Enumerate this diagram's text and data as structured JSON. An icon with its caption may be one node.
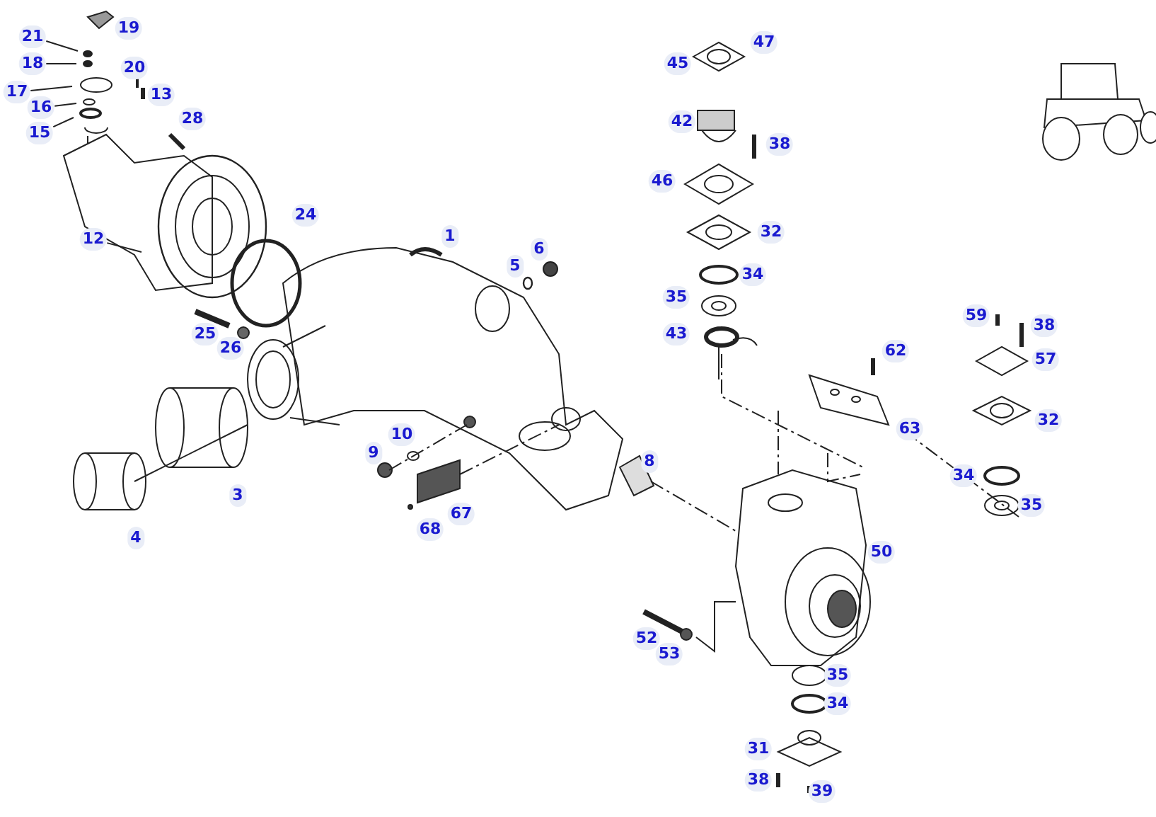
{
  "diagram": {
    "nodes": [
      {
        "text": [
          "21"
        ]
      },
      {
        "text": [
          "19"
        ]
      },
      {
        "text": [
          "18"
        ]
      },
      {
        "text": [
          "20"
        ]
      },
      {
        "text": [
          "17"
        ]
      },
      {
        "text": [
          "16"
        ]
      },
      {
        "text": [
          "13"
        ]
      },
      {
        "text": [
          "15"
        ]
      },
      {
        "text": [
          "28"
        ]
      },
      {
        "text": [
          "12"
        ]
      },
      {
        "text": [
          "24"
        ]
      },
      {
        "text": [
          "1"
        ]
      },
      {
        "text": [
          "6"
        ]
      },
      {
        "text": [
          "5"
        ]
      },
      {
        "text": [
          "25"
        ]
      },
      {
        "text": [
          "26"
        ]
      },
      {
        "text": [
          "10"
        ]
      },
      {
        "text": [
          "9"
        ]
      },
      {
        "text": [
          "3"
        ]
      },
      {
        "text": [
          "4"
        ]
      },
      {
        "text": [
          "67"
        ]
      },
      {
        "text": [
          "68"
        ]
      },
      {
        "text": [
          "8"
        ]
      },
      {
        "text": [
          "47"
        ]
      },
      {
        "text": [
          "45"
        ]
      },
      {
        "text": [
          "42"
        ]
      },
      {
        "text": [
          "38"
        ]
      },
      {
        "text": [
          "46"
        ]
      },
      {
        "text": [
          "32"
        ]
      },
      {
        "text": [
          "34"
        ]
      },
      {
        "text": [
          "35"
        ]
      },
      {
        "text": [
          "43"
        ]
      },
      {
        "text": [
          "62"
        ]
      },
      {
        "text": [
          "59"
        ]
      },
      {
        "text": [
          "38"
        ]
      },
      {
        "text": [
          "57"
        ]
      },
      {
        "text": [
          "63"
        ]
      },
      {
        "text": [
          "32"
        ]
      },
      {
        "text": [
          "34"
        ]
      },
      {
        "text": [
          "35"
        ]
      },
      {
        "text": [
          "50"
        ]
      },
      {
        "text": [
          "52"
        ]
      },
      {
        "text": [
          "53"
        ]
      },
      {
        "text": [
          "35"
        ]
      },
      {
        "text": [
          "34"
        ]
      },
      {
        "text": [
          "31"
        ]
      },
      {
        "text": [
          "38"
        ]
      },
      {
        "text": [
          "39"
        ]
      }
    ],
    "edges": [
      {
        "from": 0,
        "to": null,
        "arrow": "none"
      },
      {
        "from": 2,
        "to": null,
        "arrow": "none"
      },
      {
        "from": 4,
        "to": null,
        "arrow": "none"
      },
      {
        "from": 5,
        "to": null,
        "arrow": "none"
      },
      {
        "from": 7,
        "to": null,
        "arrow": "none"
      },
      {
        "from": 9,
        "to": null,
        "arrow": "none"
      }
    ]
  }
}
